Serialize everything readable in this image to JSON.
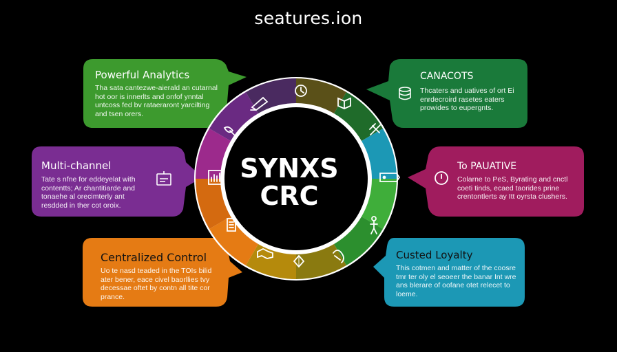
{
  "title": "seatures.ion",
  "center": {
    "line1": "SYNXS",
    "line2": "CRC"
  },
  "colors": {
    "background": "#000000",
    "green": "#3d9a2e",
    "purple": "#7a2d92",
    "orange": "#e57b14",
    "dark_green": "#1a7a3a",
    "magenta": "#a01c5e",
    "teal": "#1c98b5",
    "ring_border": "#ffffff"
  },
  "cards": {
    "analytics": {
      "heading": "Powerful Analytics",
      "body": "Tha sata cantezwe-aierald an cutarnal hot oor is innerlts and onfof ynntal untcoss fed bv rataeraront yarcilting and tsen orers."
    },
    "canacots": {
      "heading": "CANACOTS",
      "body": "Thcaters and uatives of ort Ei enrdecroird rasetes eaters prowides to eupergnts."
    },
    "multichannel": {
      "heading": "Multi-channel",
      "body": "Tate s nfne for eddeyelat with contentts; Ar chantitiarde and tonaehe al orecimterly ant resdded in ther cot oroix."
    },
    "paliative": {
      "heading": "To PAUATIVE",
      "body": "Colarne to PeS, Byrating and cnctl coeti tinds, ecaed taorides prine crentontlerts ay Itt oyrsta clushers."
    },
    "centralized": {
      "heading": "Centralized Control",
      "body": "Uo te nasd teaded in the TOIs bilid ater bener, eace civel baorllies tvy decessae oftet by contn all tite cor prance."
    },
    "loyalty": {
      "heading": "Custed Loyalty",
      "body": "This cotmen and matter of the coosre tmr ter oly el seoeer the banar Int wre ans blerare of oofane otet relecet to loeme."
    }
  },
  "icons": {
    "analytics": "database-icon",
    "multichannel": "chart-board-icon",
    "paliative": "clock-icon",
    "ring": [
      "clock-icon",
      "book-icon",
      "satellite-icon",
      "tag-icon",
      "person-icon",
      "link-icon",
      "diamond-icon",
      "handshake-icon",
      "document-icon",
      "bar-chart-icon",
      "satellite-dish-icon",
      "signature-icon"
    ]
  }
}
